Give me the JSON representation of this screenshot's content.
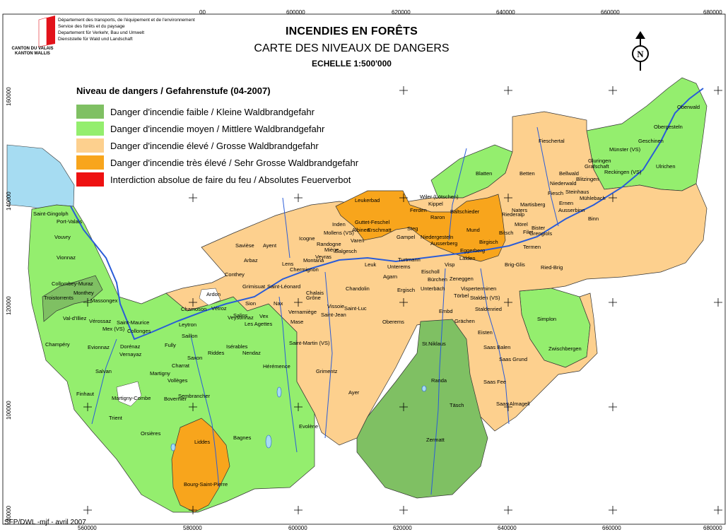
{
  "header": {
    "title": "INCENDIES EN FORÊTS",
    "subtitle": "CARTE DES NIVEAUX DE DANGERS",
    "scale": "ECHELLE 1:500'000"
  },
  "logo": {
    "lines": [
      "Département des transports, de l'équipement et de l'environnement",
      "Service des forêts et du paysage",
      "Departement für Verkehr, Bau und Umwelt",
      "Dienststelle für Wald und Landschaft"
    ],
    "canton_fr": "CANTON DU VALAIS",
    "canton_de": "KANTON WALLIS"
  },
  "north_arrow": {
    "label": "N"
  },
  "legend": {
    "title": "Niveau de dangers / Gefahrenstufe (04-2007)",
    "items": [
      {
        "label": "Danger d'incendie faible / Kleine Waldbrandgefahr",
        "color": "#7fc063"
      },
      {
        "label": "Danger d'incendie moyen / Mittlere Waldbrandgefahr",
        "color": "#94ee6e"
      },
      {
        "label": "Danger d'incendie élevé / Grosse Waldbrandgefahr",
        "color": "#fdd08e"
      },
      {
        "label": "Danger d'incendie très élevé / Sehr Grosse Waldbrandgefahr",
        "color": "#f8a51c"
      },
      {
        "label": "Interdiction absolue de faire du feu / Absolutes Feuerverbot",
        "color": "#ee1111"
      }
    ]
  },
  "footer": "SFP/DWL -mjf - avril 2007",
  "axes": {
    "top": [
      "00",
      "600000",
      "620000",
      "640000",
      "660000",
      "680000"
    ],
    "bottom": [
      "560000",
      "580000",
      "600000",
      "620000",
      "640000",
      "660000",
      "680000"
    ],
    "left": [
      "160000",
      "140000",
      "120000",
      "100000",
      "80000"
    ]
  },
  "colors": {
    "low": "#7fc063",
    "medium": "#94ee6e",
    "high": "#fdd08e",
    "very_high": "#f8a51c",
    "ban": "#ee1111",
    "lake": "#a6dcf2",
    "river": "#2a5cd8"
  },
  "places": [
    "Oberwald",
    "Obergesteln",
    "Geschinen",
    "Münster (VS)",
    "Ulrichen",
    "Reckingen (VS)",
    "Gluringen",
    "Grafschaft",
    "Blitzingen",
    "Niederwald",
    "Bellwald",
    "Steinhaus",
    "Mühlebach",
    "Fiesch",
    "Ernen",
    "Ausserbinn",
    "Binn",
    "Fieschertal",
    "Betten",
    "Martisberg",
    "Grengiols",
    "Mörel",
    "Bister",
    "Riederalp",
    "Bitsch",
    "Filet",
    "Termen",
    "Ried-Brig",
    "Brig-Glis",
    "Naters",
    "Birgisch",
    "Blatten",
    "Wiler (Lötschen)",
    "Kippel",
    "Ferden",
    "Leukerbad",
    "Inden",
    "Guttet-Feschel",
    "Albinen",
    "Erschmatt",
    "Steg",
    "Gampel",
    "Niedergesteln",
    "Raron",
    "Baltschieder",
    "Ausserberg",
    "Mund",
    "Eggerberg",
    "Lalden",
    "Visp",
    "Varen",
    "Mollens (VS)",
    "Randogne",
    "Miège",
    "Salgesch",
    "Leuk",
    "Turtmann",
    "Unterems",
    "Agarn",
    "Veyras",
    "Montana",
    "Chermignon",
    "Icogne",
    "Ayent",
    "Arbaz",
    "Lens",
    "Savièse",
    "Conthey",
    "Grimisuat",
    "Saint-Léonard",
    "Chalais",
    "Grône",
    "Chandolin",
    "Vissoie",
    "Saint-Luc",
    "Saint-Jean",
    "Ergisch",
    "Eischoll",
    "Bürchen",
    "Unterbäch",
    "Zeneggen",
    "Törbel",
    "Visperterminen",
    "Stalden (VS)",
    "Staldenried",
    "Embd",
    "Oberems",
    "Grächen",
    "Eisten",
    "Saas Balen",
    "Saas Grund",
    "Saas Fee",
    "Saas Almagell",
    "St.Niklaus",
    "Randa",
    "Täsch",
    "Zermatt",
    "Simplon",
    "Zwischbergen",
    "Sion",
    "Nax",
    "Vernamiège",
    "Mase",
    "Vex",
    "Les Agettes",
    "Salins",
    "Veysonnaz",
    "Isérables",
    "Nendaz",
    "Hérémence",
    "Saint-Martin (VS)",
    "Evolène",
    "Grimentz",
    "Ayer",
    "Ardon",
    "Vétroz",
    "Chamoson",
    "Leytron",
    "Saillon",
    "Fully",
    "Riddes",
    "Saxon",
    "Charrat",
    "Martigny",
    "Bovernier",
    "Sembrancher",
    "Vollèges",
    "Bagnes",
    "Liddes",
    "Orsières",
    "Bourg-Saint-Pierre",
    "Martigny-Combe",
    "Trient",
    "Finhaut",
    "Salvan",
    "Vernayaz",
    "Dorénaz",
    "Evionnaz",
    "Collonges",
    "Mex (VS)",
    "Saint-Maurice",
    "Massongex",
    "Vérossaz",
    "Val-d'Illiez",
    "Champéry",
    "Troistorrents",
    "Monthey",
    "Collombey-Muraz",
    "Vionnaz",
    "Vouvry",
    "Port-Valais",
    "Saint-Gingolph"
  ]
}
